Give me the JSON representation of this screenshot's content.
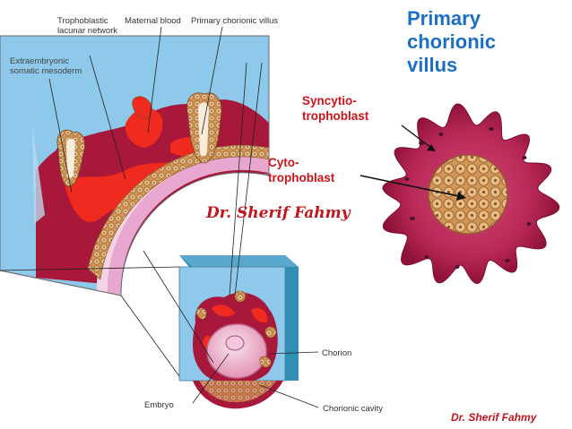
{
  "title": {
    "line1": "Primary",
    "line2": "chorionic",
    "line3": "villus"
  },
  "labels": {
    "trophoblastic_line1": "Trophoblastic",
    "trophoblastic_line2": "lacunar network",
    "maternal_blood": "Maternal blood",
    "primary_chorionic_villus": "Primary chorionic villus",
    "extraembryonic_line1": "Extraembryonic",
    "extraembryonic_line2": "somatic mesoderm",
    "syncytio_line1": "Syncytio-",
    "syncytio_line2": "trophoblast",
    "cyto_line1": "Cyto-",
    "cyto_line2": "trophoblast",
    "chorion": "Chorion",
    "embryo": "Embryo",
    "chorionic_cavity": "Chorionic cavity"
  },
  "watermarks": {
    "center": "Dr. Sherif Fahmy",
    "corner": "Dr. Sherif Fahmy"
  },
  "colors": {
    "title_blue": "#1b6fc4",
    "label_red": "#d0121b",
    "tissue_crimson": "#a8183a",
    "blood_red": "#ef2a1e",
    "sky_blue": "#8ec8ea",
    "cytotrophoblast_tan": "#d9a05e"
  }
}
